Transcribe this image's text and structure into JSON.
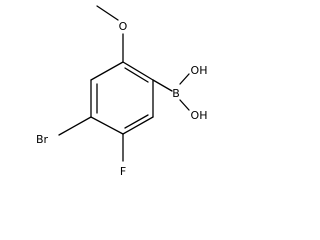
{
  "molecule": {
    "atoms": {
      "bromine": "Br",
      "fluorine": "F",
      "boron": "B",
      "oxygen_methoxy": "O",
      "hydroxyl_upper": "OH",
      "hydroxyl_lower": "OH"
    },
    "colors": {
      "bond": "#000000",
      "text": "#000000",
      "background": "#ffffff"
    }
  }
}
